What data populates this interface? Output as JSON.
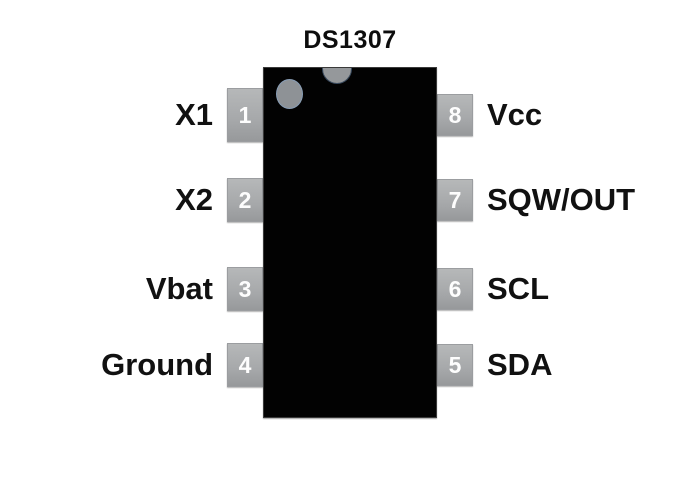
{
  "title": "DS1307",
  "diagram": {
    "package_type": "8-pin DIP pinout",
    "colors": {
      "background": "#ffffff",
      "chip_body": "#020202",
      "pin_box": "#a6a8aa",
      "marker_gray": "#95989b",
      "pin_number_text": "#fdfdfd",
      "label_text": "#111111"
    },
    "markers": {
      "notch_icon": "orientation-notch-half-ring",
      "dot_icon": "pin1-indicator-dot"
    }
  },
  "pins": {
    "left": [
      {
        "number": "1",
        "label": "X1"
      },
      {
        "number": "2",
        "label": "X2"
      },
      {
        "number": "3",
        "label": "Vbat"
      },
      {
        "number": "4",
        "label": "Ground"
      }
    ],
    "right": [
      {
        "number": "8",
        "label": "Vcc"
      },
      {
        "number": "7",
        "label": "SQW/OUT"
      },
      {
        "number": "6",
        "label": "SCL"
      },
      {
        "number": "5",
        "label": "SDA"
      }
    ]
  }
}
